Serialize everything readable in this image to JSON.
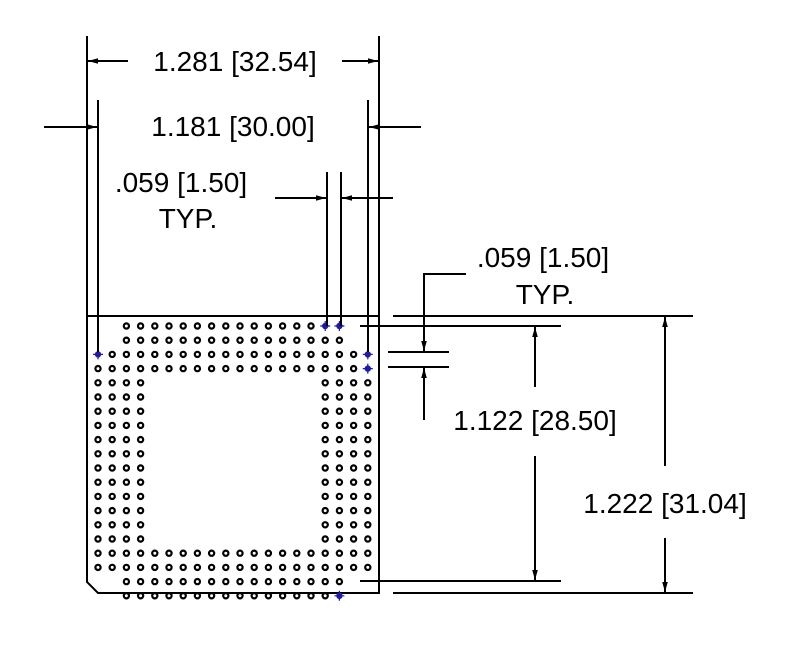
{
  "dimensions": {
    "overall_width": "1.281 [32.54]",
    "pin_span_width": "1.181 [30.00]",
    "pitch_x_value": ".059 [1.50]",
    "pitch_x_note": "TYP.",
    "pitch_y_value": ".059 [1.50]",
    "pitch_y_note": "TYP.",
    "pin_span_height": "1.122 [28.50]",
    "overall_height": "1.222 [31.04]"
  },
  "package": {
    "grid_columns": 20,
    "grid_rows": 20,
    "outer_ring_rows": 4,
    "pin_color": "#ffffff",
    "reference_pin_color": "#1f1aa8",
    "line_color": "#000000"
  }
}
